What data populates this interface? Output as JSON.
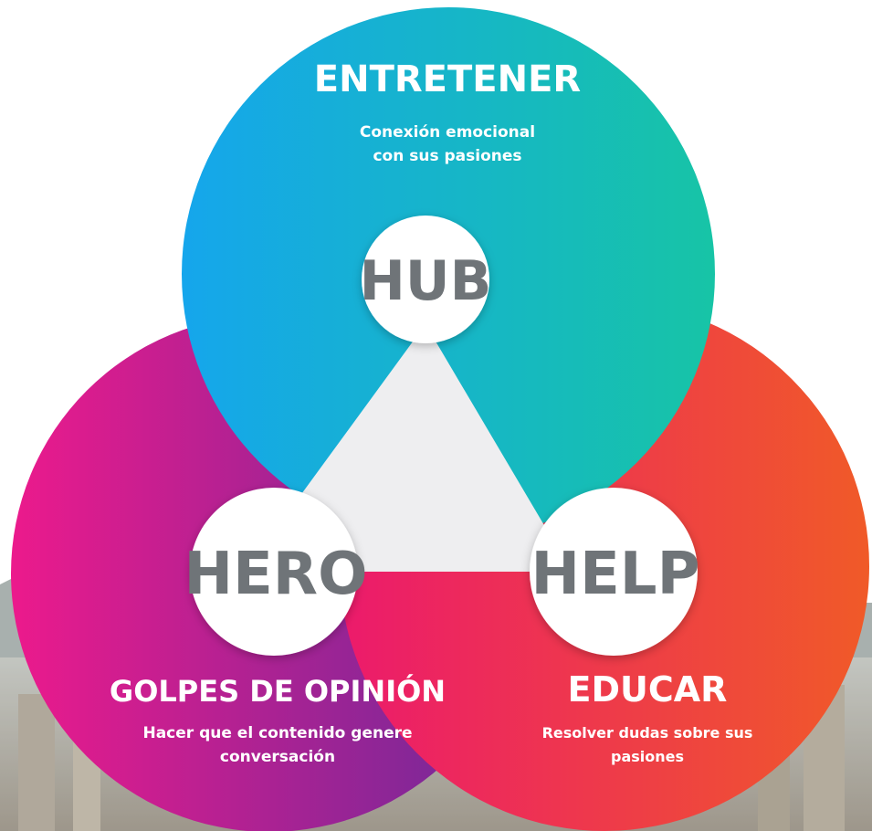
{
  "colors": {
    "entretener_start": "#15a6ec",
    "entretener_end": "#17c4a6",
    "golpes_start": "#ec1a8c",
    "golpes_end": "#6a2a9a",
    "educar_start": "#ec1a6c",
    "educar_end": "#f05a28",
    "node_text": "#6f7478",
    "triangle": "#eeeef0"
  },
  "circles": {
    "entretener": {
      "title": "ENTRETENER",
      "line1": "Conexión emocional",
      "line2": "con sus pasiones"
    },
    "golpes": {
      "title": "GOLPES DE OPINIÓN",
      "line1": "Hacer que el contenido genere",
      "line2": "conversación"
    },
    "educar": {
      "title": "EDUCAR",
      "line1": "Resolver dudas sobre sus",
      "line2": "pasiones"
    }
  },
  "nodes": {
    "hub": "HUB",
    "hero": "HERO",
    "help": "HELP"
  }
}
